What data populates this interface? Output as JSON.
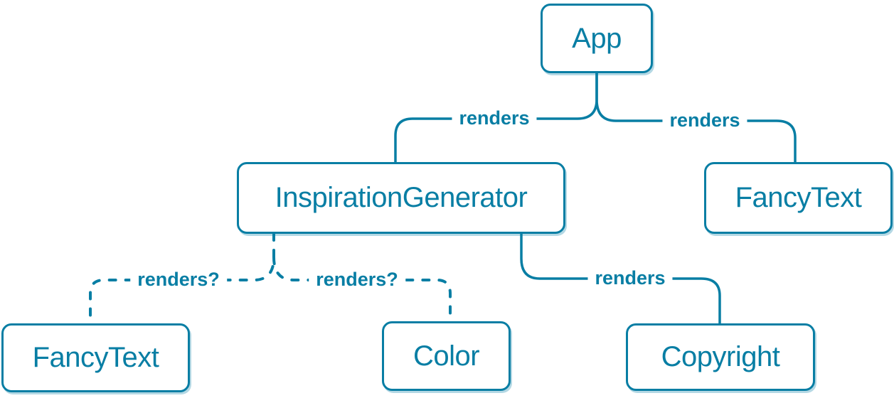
{
  "diagram": {
    "description_colors": {
      "accent": "#087EA4",
      "node_fill": "#FFFFFF"
    },
    "nodes": [
      {
        "id": "app",
        "label": "App"
      },
      {
        "id": "inspiration-generator",
        "label": "InspirationGenerator"
      },
      {
        "id": "fancy-text-top",
        "label": "FancyText"
      },
      {
        "id": "fancy-text-bottom",
        "label": "FancyText"
      },
      {
        "id": "color",
        "label": "Color"
      },
      {
        "id": "copyright",
        "label": "Copyright"
      }
    ],
    "edges": [
      {
        "from": "App",
        "to": "InspirationGenerator",
        "label": "renders",
        "style": "solid"
      },
      {
        "from": "App",
        "to": "FancyText",
        "label": "renders",
        "style": "solid"
      },
      {
        "from": "InspirationGenerator",
        "to": "FancyText",
        "label": "renders?",
        "style": "dashed"
      },
      {
        "from": "InspirationGenerator",
        "to": "Color",
        "label": "renders?",
        "style": "dashed"
      },
      {
        "from": "InspirationGenerator",
        "to": "Copyright",
        "label": "renders",
        "style": "solid"
      }
    ]
  }
}
